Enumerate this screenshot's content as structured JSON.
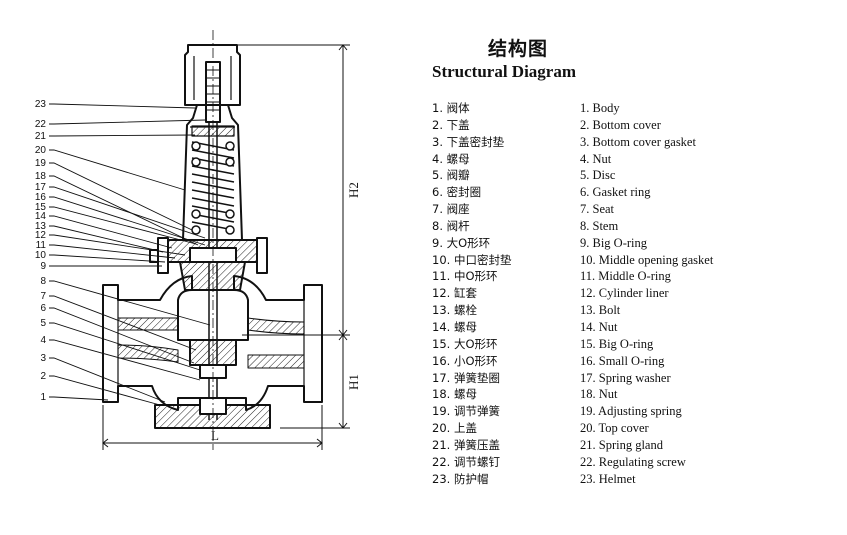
{
  "title_cn": "结构图",
  "title_en": "Structural Diagram",
  "dimensions": {
    "h2": "H2",
    "h1": "H1",
    "l": "L"
  },
  "parts_cn": [
    "1. 阀体",
    "2. 下盖",
    "3. 下盖密封垫",
    "4. 螺母",
    "5. 阀瓣",
    "6. 密封圈",
    "7. 阀座",
    "8. 阀杆",
    "9. 大O形环",
    "10. 中口密封垫",
    "11. 中O形环",
    "12. 缸套",
    "13. 螺栓",
    "14. 螺母",
    "15. 大O形环",
    "16. 小O形环",
    "17. 弹簧垫圈",
    "18. 螺母",
    "19. 调节弹簧",
    "20. 上盖",
    "21. 弹簧压盖",
    "22. 调节螺钉",
    "23. 防护帽"
  ],
  "parts_en": [
    "1. Body",
    "2. Bottom cover",
    "3. Bottom cover gasket",
    "4. Nut",
    "5. Disc",
    "6. Gasket ring",
    "7. Seat",
    "8. Stem",
    "9. Big O-ring",
    "10. Middle opening gasket",
    "11. Middle O-ring",
    "12. Cylinder liner",
    "13. Bolt",
    "14. Nut",
    "15. Big O-ring",
    "16. Small O-ring",
    "17. Spring washer",
    "18. Nut",
    "19. Adjusting spring",
    "20. Top cover",
    "21. Spring gland",
    "22. Regulating screw",
    "23. Helmet"
  ],
  "callouts": [
    "1",
    "2",
    "3",
    "4",
    "5",
    "6",
    "7",
    "8",
    "9",
    "10",
    "11",
    "12",
    "13",
    "14",
    "15",
    "16",
    "17",
    "18",
    "19",
    "20",
    "21",
    "22",
    "23"
  ]
}
